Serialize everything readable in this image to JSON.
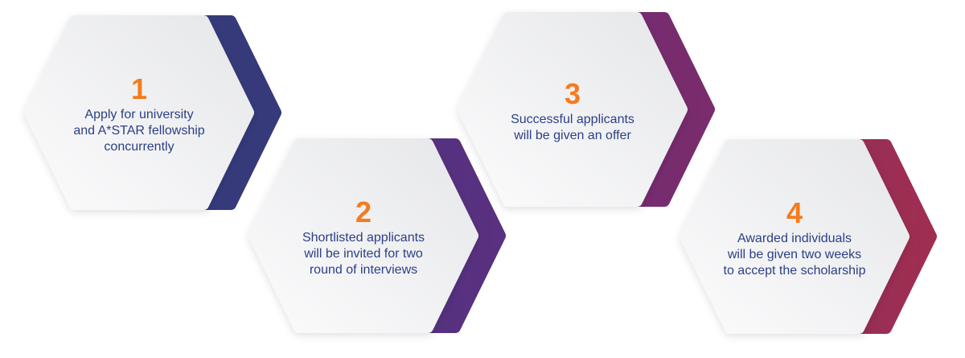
{
  "steps": [
    {
      "number": "1",
      "text": "Apply for university\nand A*STAR fellowship\nconcurrently",
      "color_start": "#343a7c",
      "color_end": "#363a7a"
    },
    {
      "number": "2",
      "text": "Shortlisted applicants\nwill be invited for two\nround of interviews",
      "color_start": "#4a3580",
      "color_end": "#5a3080"
    },
    {
      "number": "3",
      "text": "Successful applicants\nwill be given an offer",
      "color_start": "#6a2c7a",
      "color_end": "#7a2c6c"
    },
    {
      "number": "4",
      "text": "Awarded individuals\nwill be given two weeks\nto accept the scholarship",
      "color_start": "#842d64",
      "color_end": "#a02e50"
    }
  ]
}
